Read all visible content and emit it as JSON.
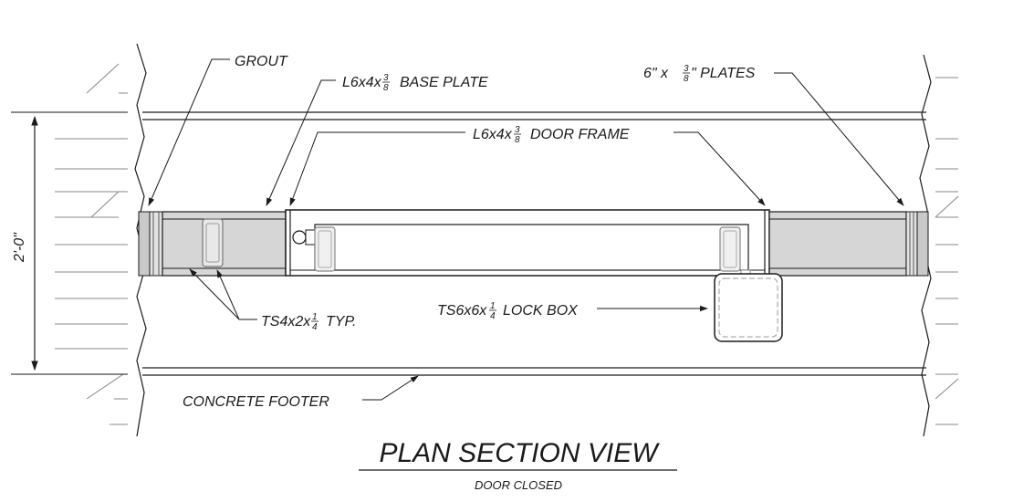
{
  "labels": {
    "grout": "GROUT",
    "base_plate_prefix": "L6x4x",
    "base_plate_suffix": "BASE PLATE",
    "plates_prefix": "6\" x ",
    "plates_suffix": "\" PLATES",
    "door_frame_prefix": "L6x4x",
    "door_frame_suffix": "DOOR FRAME",
    "ts4_prefix": "TS4x2x",
    "ts4_suffix": "TYP.",
    "lockbox_prefix": "TS6x6x",
    "lockbox_suffix": "LOCK BOX",
    "concrete_footer": "CONCRETE FOOTER",
    "dimension": "2'-0\"",
    "title": "PLAN SECTION VIEW",
    "subtitle": "DOOR CLOSED"
  },
  "fractions": {
    "three_eighths_num": "3",
    "three_eighths_den": "8",
    "quarter_num": "1",
    "quarter_den": "4"
  }
}
